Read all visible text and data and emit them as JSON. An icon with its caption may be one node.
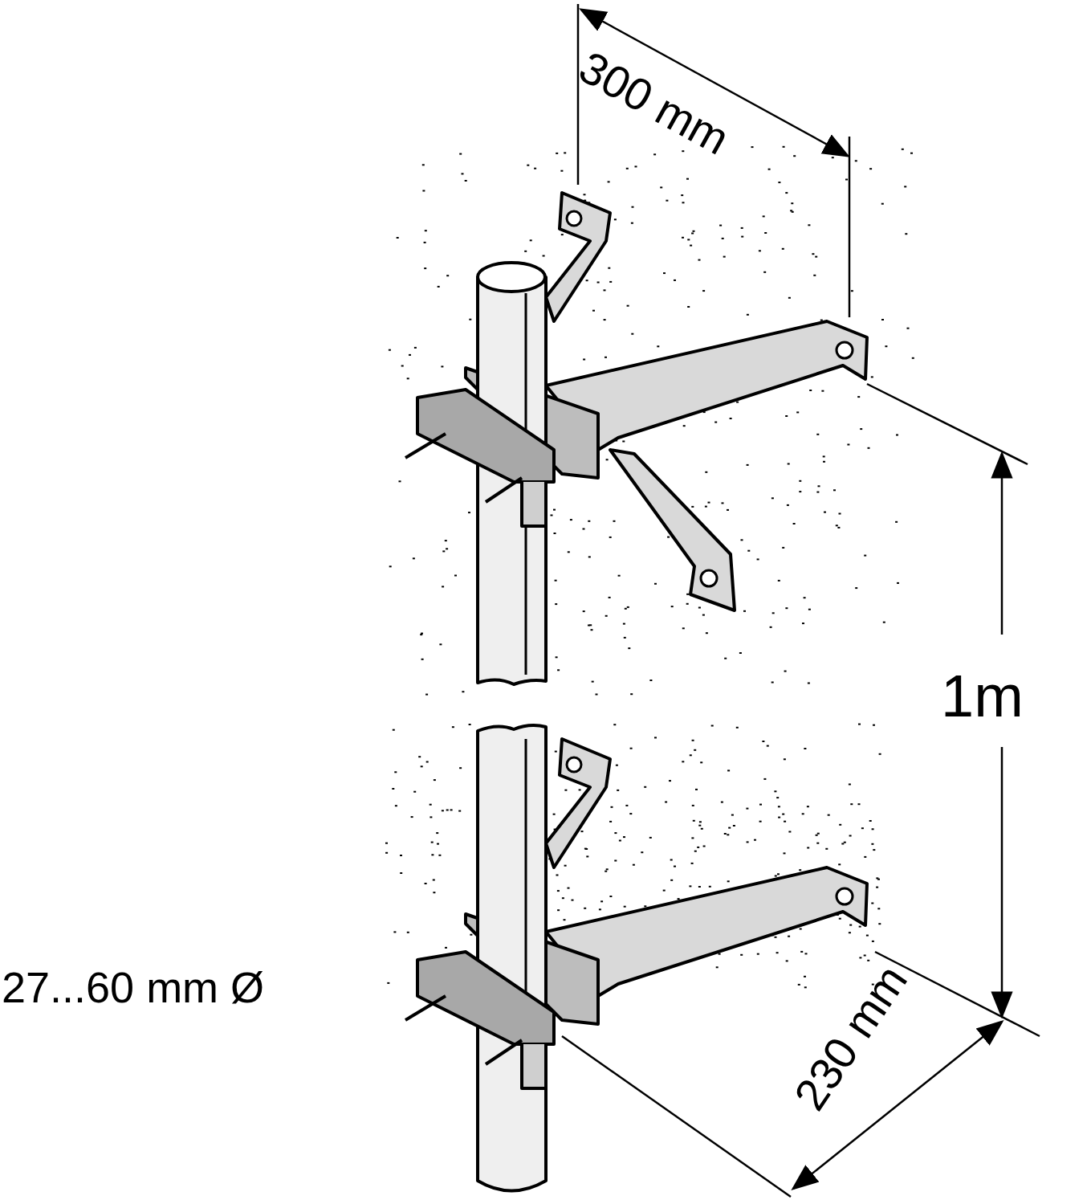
{
  "diagram": {
    "labels": [
      "300 mm",
      "1m",
      "27...60 mm Ø",
      "230 mm"
    ]
  }
}
